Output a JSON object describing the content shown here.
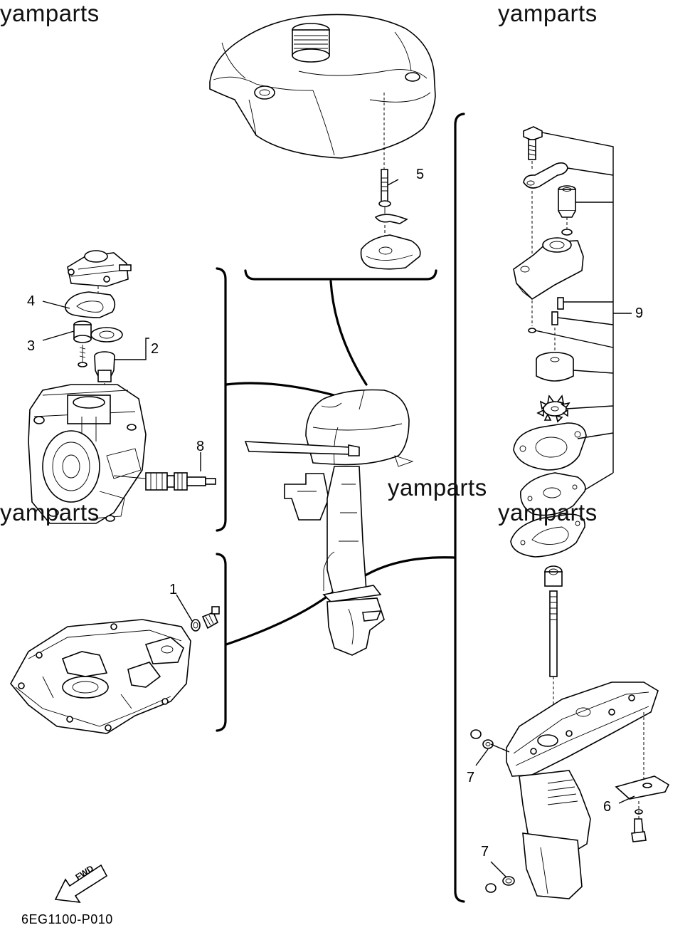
{
  "watermark": "yamparts",
  "diagram_code": "6EG1100-P010",
  "fwd_label": "FWD",
  "callouts": {
    "c1": "1",
    "c2": "2",
    "c3": "3",
    "c4": "4",
    "c5": "5",
    "c6": "6",
    "c7a": "7",
    "c7b": "7",
    "c8": "8",
    "c9": "9"
  }
}
